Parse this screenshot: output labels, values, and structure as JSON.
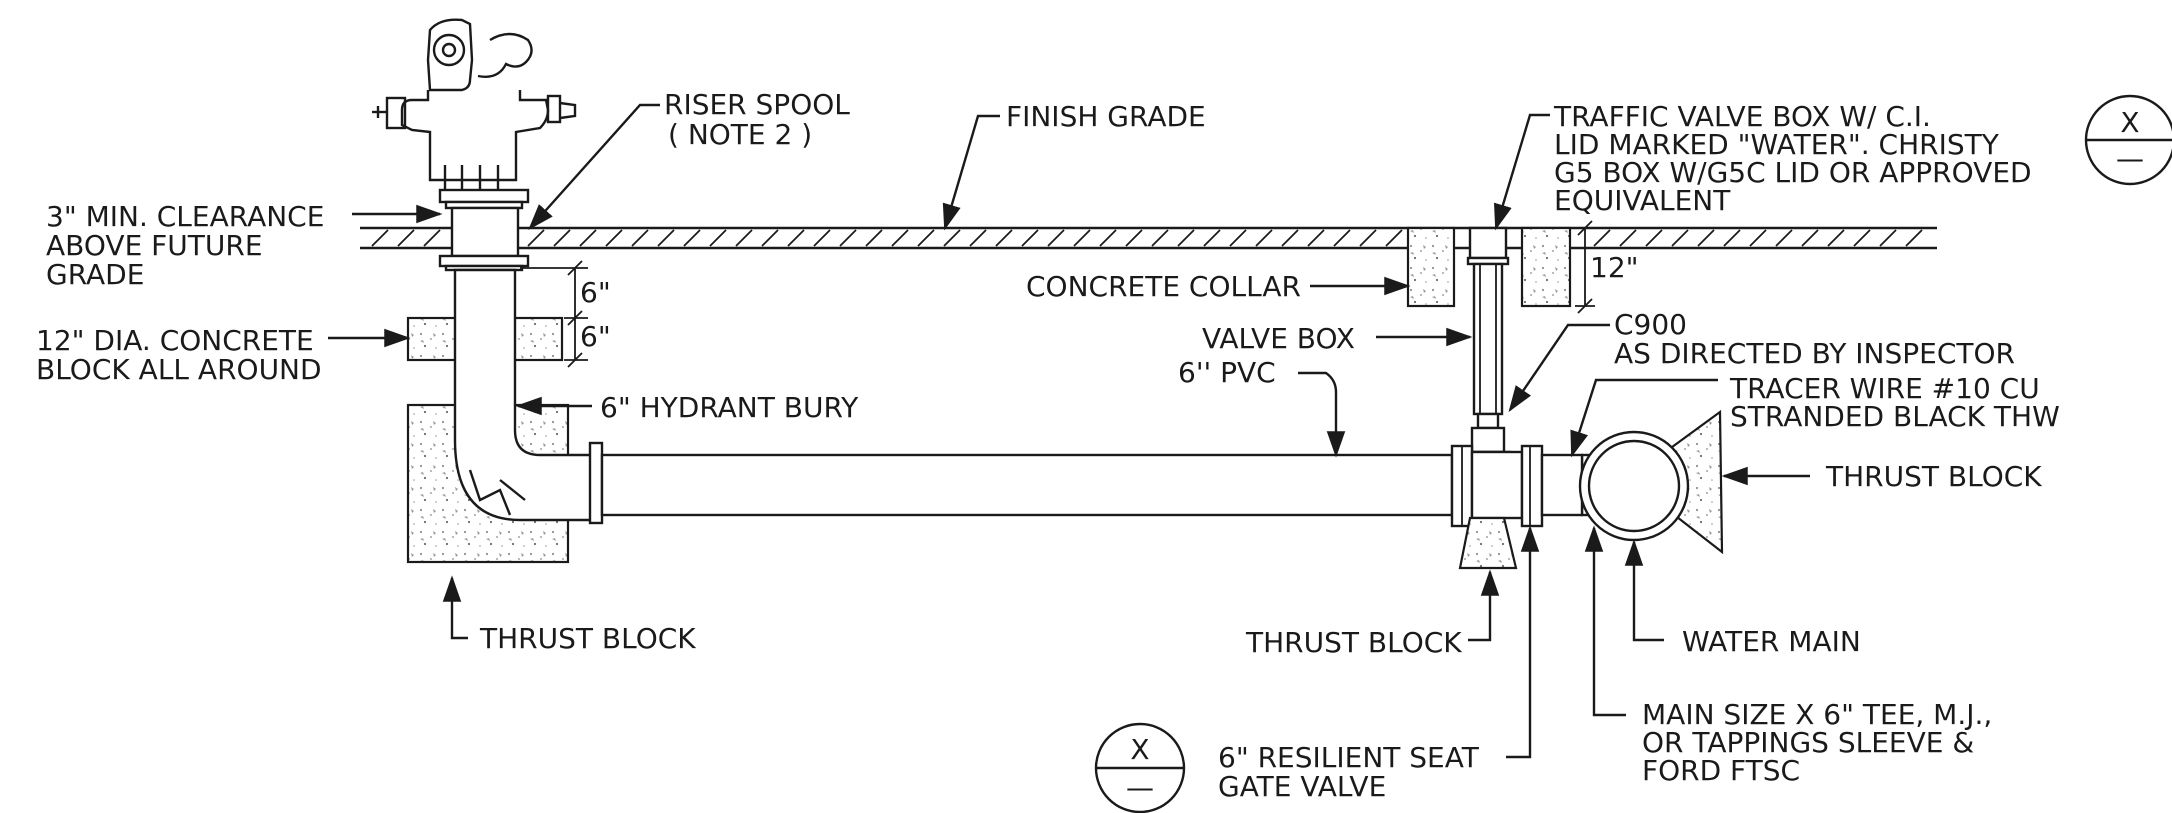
{
  "labels": {
    "riser_spool": "RISER SPOOL",
    "riser_note": "( NOTE 2 )",
    "finish_grade": "FINISH GRADE",
    "clearance_1": "3\" MIN. CLEARANCE",
    "clearance_2": "ABOVE FUTURE",
    "clearance_3": "GRADE",
    "dim_6_a": "6\"",
    "dim_6_b": "6\"",
    "dim_12": "12\"",
    "block_1": "12\" DIA. CONCRETE",
    "block_2": "BLOCK ALL AROUND",
    "hydrant_bury": "6\" HYDRANT BURY",
    "thrust_left": "THRUST BLOCK",
    "traffic_1": "TRAFFIC VALVE BOX W/ C.I.",
    "traffic_2": "LID MARKED \"WATER\". CHRISTY",
    "traffic_3": "G5 BOX W/G5C LID OR APPROVED",
    "traffic_4": "EQUIVALENT",
    "concrete_collar": "CONCRETE COLLAR",
    "valve_box": "VALVE BOX",
    "pvc": "6'' PVC",
    "c900_1": "C900",
    "c900_2": "AS DIRECTED BY INSPECTOR",
    "tracer_1": "TRACER WIRE #10 CU",
    "tracer_2": "STRANDED BLACK THW",
    "thrust_right": "THRUST BLOCK",
    "thrust_mid": "THRUST BLOCK",
    "water_main": "WATER MAIN",
    "tee_1": "MAIN SIZE X 6\" TEE, M.J.,",
    "tee_2": "OR TAPPINGS SLEEVE &",
    "tee_3": "FORD FTSC",
    "gate_1": "6\" RESILIENT SEAT",
    "gate_2": "GATE VALVE",
    "ref_top": "X",
    "ref_bottom": "—",
    "ref2_top": "X",
    "ref2_bottom": "—"
  }
}
